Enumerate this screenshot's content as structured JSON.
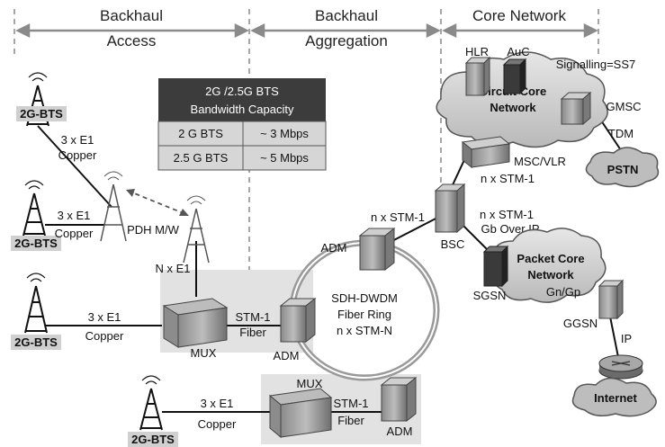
{
  "sections": {
    "backhaul_access": [
      "Backhaul",
      "Access"
    ],
    "backhaul_aggregation": [
      "Backhaul",
      "Aggregation"
    ],
    "core_network": "Core Network"
  },
  "table": {
    "header": [
      "2G /2.5G BTS",
      "Bandwidth Capacity"
    ],
    "rows": [
      [
        "2 G BTS",
        "~ 3 Mbps"
      ],
      [
        "2.5 G BTS",
        "~ 5 Mbps"
      ]
    ]
  },
  "bts": {
    "bts1": "2G-BTS",
    "bts2": "2G-BTS",
    "bts3": "2G-BTS",
    "bts4": "2G-BTS"
  },
  "links": {
    "l1": [
      "3 x E1",
      "Copper"
    ],
    "l2": [
      "3 x E1",
      "Copper"
    ],
    "l3": [
      "3 x E1",
      "Copper"
    ],
    "l4": [
      "3 x E1",
      "Copper"
    ],
    "pdh": "PDH M/W",
    "ne1": "N x E1",
    "stm1_fiber_a": [
      "STM-1",
      "Fiber"
    ],
    "stm1_fiber_b": [
      "STM-1",
      "Fiber"
    ],
    "adm_bsc": "n x STM-1",
    "bsc_msc": "n x STM-1",
    "bsc_sgsn": [
      "n x STM-1",
      "Gb Over IP"
    ],
    "tdm": "TDM",
    "ip": "IP"
  },
  "nodes": {
    "mux1": "MUX",
    "mux2": "MUX",
    "adm_top": "ADM",
    "adm_mid": "ADM",
    "adm_bottom": "ADM",
    "bsc": "BSC",
    "msc": "MSC/VLR",
    "hlr": "HLR",
    "auc": "AuC",
    "gmsc": "GMSC",
    "sgsn": "SGSN",
    "ggsn": "GGSN"
  },
  "ring": [
    "SDH-DWDM",
    "Fiber Ring",
    "n x STM-N"
  ],
  "clouds": {
    "circuit_core": [
      "Circuit Core",
      "Network"
    ],
    "packet_core": [
      "Packet Core",
      "Network"
    ],
    "packet_iface": "Gn/Gp",
    "pstn": "PSTN",
    "internet": "Internet"
  },
  "signalling": "Signalling=SS7"
}
